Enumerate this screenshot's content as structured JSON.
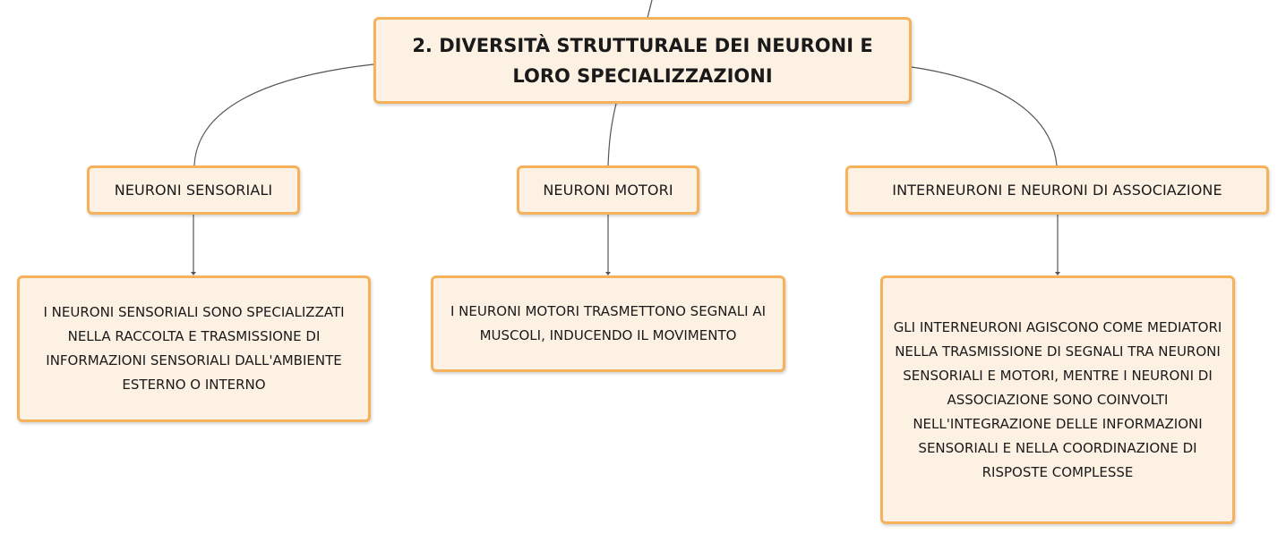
{
  "diagram": {
    "root": {
      "label": "2. DIVERSITÀ STRUTTURALE DEI NEURONI E LORO SPECIALIZZAZIONI"
    },
    "topics": [
      {
        "label": "NEURONI SENSORIALI",
        "detail": "I NEURONI SENSORIALI SONO SPECIALIZZATI NELLA RACCOLTA E TRASMISSIONE DI INFORMAZIONI SENSORIALI DALL'AMBIENTE ESTERNO O INTERNO"
      },
      {
        "label": "NEURONI MOTORI",
        "detail": "I NEURONI MOTORI TRASMETTONO SEGNALI AI MUSCOLI, INDUCENDO IL MOVIMENTO"
      },
      {
        "label": "INTERNEURONI E NEURONI DI ASSOCIAZIONE",
        "detail": "GLI INTERNEURONI AGISCONO COME MEDIATORI NELLA TRASMISSIONE DI SEGNALI TRA NEURONI SENSORIALI E MOTORI, MENTRE I NEURONI DI ASSOCIAZIONE SONO COINVOLTI NELL'INTEGRAZIONE DELLE INFORMAZIONI SENSORIALI E NELLA COORDINAZIONE DI RISPOSTE COMPLESSE"
      }
    ],
    "colors": {
      "node_fill": "#fdf1e3",
      "node_border": "#f5b25a",
      "connector": "#555555"
    }
  }
}
